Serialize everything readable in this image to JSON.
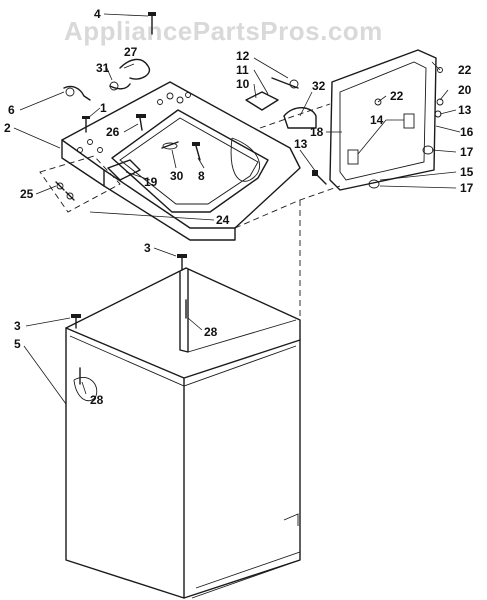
{
  "watermark": "AppliancePartsPros.com",
  "callouts": {
    "c1": "1",
    "c2": "2",
    "c3a": "3",
    "c3b": "3",
    "c4": "4",
    "c5": "5",
    "c6": "6",
    "c8": "8",
    "c10": "10",
    "c11": "11",
    "c12": "12",
    "c13a": "13",
    "c13b": "13",
    "c14": "14",
    "c15": "15",
    "c16": "16",
    "c17a": "17",
    "c17b": "17",
    "c18": "18",
    "c19": "19",
    "c20": "20",
    "c22a": "22",
    "c22b": "22",
    "c24": "24",
    "c25": "25",
    "c26": "26",
    "c27": "27",
    "c28a": "28",
    "c28b": "28",
    "c30": "30",
    "c31": "31",
    "c32": "32"
  }
}
